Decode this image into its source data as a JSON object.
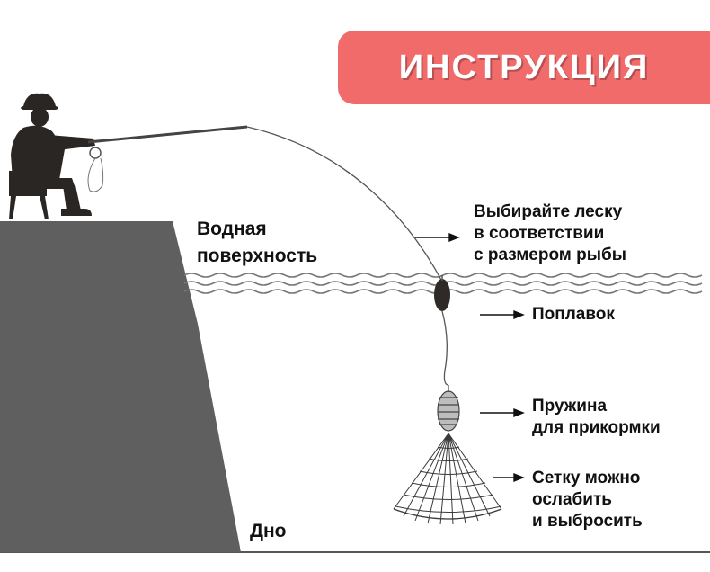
{
  "banner": {
    "title": "ИНСТРУКЦИЯ"
  },
  "labels": {
    "water_surface": [
      "Водная",
      "поверхность"
    ],
    "bottom": "Дно",
    "line_tip": [
      "Выбирайте леску",
      "в соответствии",
      "с размером рыбы"
    ],
    "float": "Поплавок",
    "spring": [
      "Пружина",
      "для прикормки"
    ],
    "net": [
      "Сетку можно",
      "ослабить",
      "и выбросить"
    ]
  },
  "colors": {
    "banner": "#f26b6b",
    "bank": "#5f5f5f",
    "silhouette": "#2a2624",
    "line": "#555555",
    "text": "#111111"
  }
}
